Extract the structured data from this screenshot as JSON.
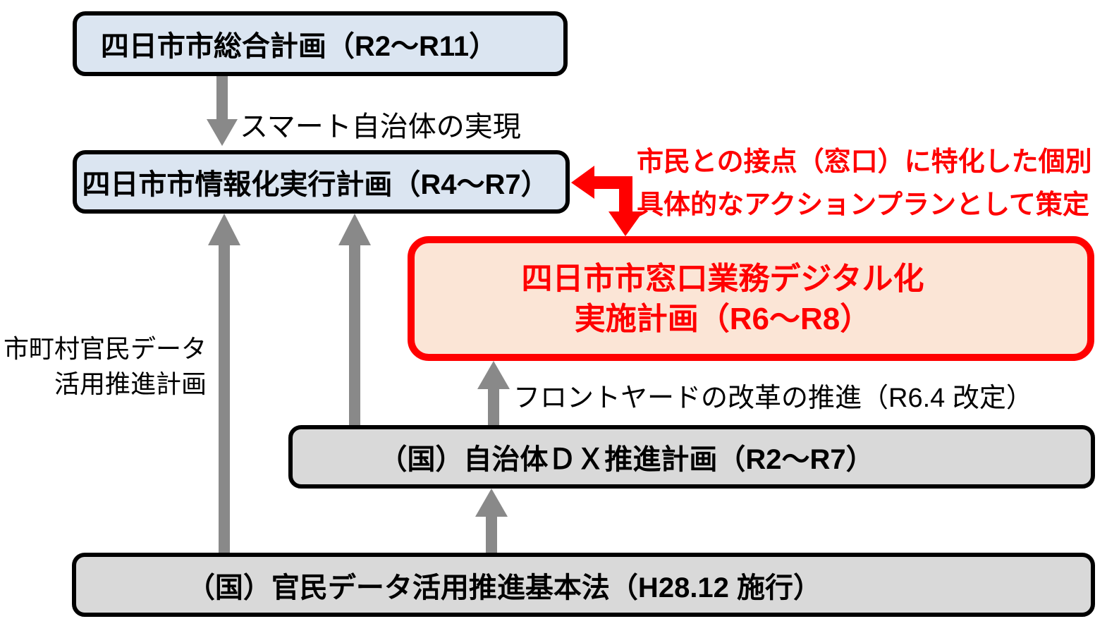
{
  "colors": {
    "background": "#ffffff",
    "box_blue_fill": "#dbe5f1",
    "box_gray_fill": "#d9d9d9",
    "box_peach_fill": "#fbe5d6",
    "border_black": "#000000",
    "border_red": "#ff0000",
    "arrow_gray": "#898989",
    "arrow_red": "#ff0000",
    "text_red": "#ff0000",
    "text_black": "#000000"
  },
  "boxes": {
    "comprehensive_plan": {
      "label": "四日市市総合計画（R2～R11）"
    },
    "informatization_plan": {
      "label": "四日市市情報化実行計画（R4～R7）"
    },
    "digitalization_plan": {
      "line1": "四日市市窓口業務デジタル化",
      "line2": "実施計画（R6～R8）"
    },
    "dx_promotion_plan": {
      "label": "（国）自治体ＤＸ推進計画（R2～R7）"
    },
    "basic_act": {
      "label": "（国）官民データ活用推進基本法（H28.12 施行）"
    }
  },
  "labels": {
    "smart_municipality": "スマート自治体の実現",
    "annotation_line1": "市民との接点（窓口）に特化した個別",
    "annotation_line2": "具体的なアクションプランとして策定",
    "frontyard_reform": "フロントヤードの改革の推進（R6.4 改定）",
    "municipal_data_line1": "市町村官民データ",
    "municipal_data_line2": "活用推進計画"
  }
}
